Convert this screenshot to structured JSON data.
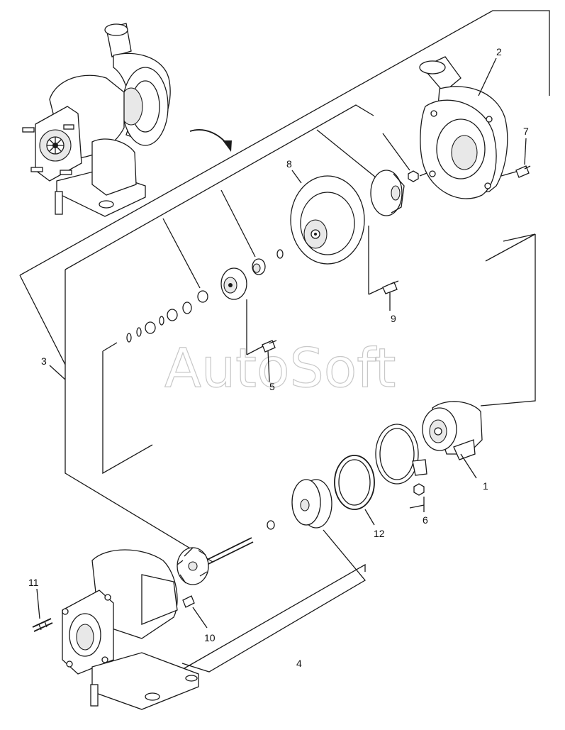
{
  "diagram": {
    "watermark": "AutoSoft",
    "callouts": {
      "c1": "1",
      "c2": "2",
      "c3": "3",
      "c4": "4",
      "c5": "5",
      "c6": "6",
      "c7": "7",
      "c8": "8",
      "c9": "9",
      "c10": "10",
      "c11": "11",
      "c12": "12"
    },
    "parts": [
      "turbocharger-assembly-top",
      "compressor-housing",
      "cartridge-assembly",
      "turbine-housing-assembly",
      "backplate-screw",
      "clamp-band",
      "housing-bolt",
      "backplate",
      "bolt",
      "pin",
      "stud",
      "o-ring",
      "actuator-flange"
    ]
  }
}
